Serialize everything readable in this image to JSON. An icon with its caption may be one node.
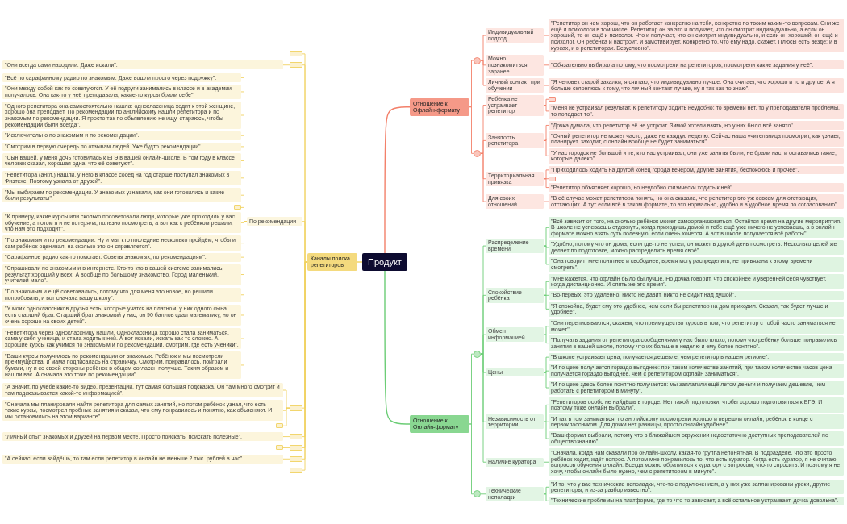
{
  "diagram": {
    "nodes": [
      {
        "text": [
          "Продукт"
        ]
      },
      {
        "text": [
          "Отношение к Офлайн-формату"
        ]
      },
      {
        "text": [
          "Отношение к Онлайн-формату"
        ]
      },
      {
        "text": [
          "Каналы поиска репетиторов"
        ]
      },
      {
        "text": [],
        "shape": "circle"
      },
      {
        "text": [],
        "shape": "circle"
      },
      {
        "text": [
          "Индивидуальный подход"
        ]
      },
      {
        "text": [
          "\"Репетитор он чем хорош, что он работает конкретно на тебя, конкретно по твоим каким-то вопросам. Они же ещё и психологи в том числе. Репетитор он за это и получает, что он смотрит индивидуально, а если он хороший, то он ещё и психолог. Что и получает, что он смотрит индивидуально, и если он хороший, он ещё и психолог. Он ребёнка и настроит, и замотивирует. Конкретно то, что ему надо, скажет. Плюсы есть везде: и в курсах, и в репетиторах. Безусловно\"."
        ]
      },
      {
        "text": [
          "Можно познакомиться заранее"
        ]
      },
      {
        "text": [
          "\"Обязательно выбирала потому, что посмотрели на репетиторов, посмотрели какие задания у неё\"."
        ]
      },
      {
        "text": [
          "Личный контакт при обучении"
        ]
      },
      {
        "text": [
          "\"Я человек старой закалки, я считаю, что индивидуально лучше. Она считает, что хорошо и то и другое. А я больше склоняюсь к тому, что личный контакт лучше, ну я так как-то знаю\"."
        ]
      },
      {
        "text": [
          "Ребёнка не устраивает репетитор"
        ]
      },
      {
        "text": [],
        "shape": "box"
      },
      {
        "text": [
          "\"Меня не устраивал результат. К репетитору ходить неудобно: то времени нет, то у преподавателя проблемы, то попадает то\"."
        ]
      },
      {
        "text": [
          "Занятость репетитора"
        ]
      },
      {
        "text": [
          "\"Дочка думала, что репетитор её не устроит. Зимой хотели взять, но у них было всё занято\"."
        ]
      },
      {
        "text": [
          "\"Очный репетитор не может часто, даже не каждую неделю. Сейчас наша учительница посмотрит, как узнает, планирует, заходит, с онлайн вообще не будет заниматься\"."
        ]
      },
      {
        "text": [
          "\"У нас городок не большой и те, кто нас устраивал, они уже заняты были, не брали нас, и оставались такие, которые далеко\"."
        ]
      },
      {
        "text": [
          "Территориальная привязка"
        ]
      },
      {
        "text": [
          "\"Приходилось ходить на другой конец города вечером, другие занятия, беспокоюсь и прочее\"."
        ]
      },
      {
        "text": [],
        "shape": "box"
      },
      {
        "text": [
          "\"Репетитор объясняет хорошо, но неудобно физически ходить к ней\"."
        ]
      },
      {
        "text": [
          "Для своих отношений"
        ]
      },
      {
        "text": [
          "\"В её случае может репетитора понять, но она сказала, что репетитор это уж совсем для отстающих, отстающих. А тут если всё в таком формате, то это нормально, удобно и в удобное время по согласованию\"."
        ]
      },
      {
        "text": [],
        "shape": "circle"
      },
      {
        "text": [],
        "shape": "circle"
      },
      {
        "text": [
          "Распределение времени"
        ]
      },
      {
        "text": [
          "\"Всё зависит от того, на сколько ребёнок может самоорганизоваться. Остаётся время на другие мероприятия. В школе не успеваешь отдохнуть, когда приходишь домой и тебе ещё уже ничего не успеваешь, а в онлайн формате можно взять суть полезную, если очень хочется. А вот в школе получается всё работы\"."
        ]
      },
      {
        "text": [
          "\"Удобно, потому что он дома, если где-то не успел, он может в другой день посмотреть. Несколько целей же делает по подготовке, можно распределить время своё\"."
        ]
      },
      {
        "text": [
          "\"Она говорит: мне понятнее и свободнее, время могу распределить, не привязана к этому времени смотреть\"."
        ]
      },
      {
        "text": [
          "Спокойствие ребёнка"
        ]
      },
      {
        "text": [
          "\"Мне кажется, что офлайн было бы лучше. Но дочка говорит, что спокойнее и уверенней себя чувствует, когда дистанционно. И опять же это время\"."
        ]
      },
      {
        "text": [
          "\"Во-первых, это удалённо, никто не давит, никто не сидит над душой\"."
        ]
      },
      {
        "text": [
          "\"Я спокойна, будет ему это удобнее, чем если бы репетитор на дом приходил. Сказал, так будет лучше и удобнее\"."
        ]
      },
      {
        "text": [
          "Обмен информацией"
        ]
      },
      {
        "text": [
          "\"Они переписываются, скажем, что преимущество курсов в том, что репетитор с тобой часто заниматься не может\"."
        ]
      },
      {
        "text": [
          "\"Получать задания от репетитора сообщениями у нас было плохо, потому что ребёнку больше понравились занятия в вашей школе, потому что их больше в неделю и ему более понятно\"."
        ]
      },
      {
        "text": [
          "Цены"
        ]
      },
      {
        "text": [
          "\"В школе устраивает цена, получается дешевле, чем репетитор в нашем регионе\"."
        ]
      },
      {
        "text": [
          "\"И по цене получается гораздо выгоднее: при таком количестве занятий, при таком количестве часов цена получается гораздо выгоднее, чем с репетитором офлайн заниматься\"."
        ]
      },
      {
        "text": [
          "\"И по цене здесь более понятно получается: мы заплатили ещё летом деньги и получаем дешевле, чем работать с репетитором в минуту\"."
        ]
      },
      {
        "text": [
          "Независимость от территории"
        ]
      },
      {
        "text": [
          "\"Репетиторов особо не найдёшь в городе. Нет такой подготовки, чтобы хорошо подготовиться к ЕГЭ. И поэтому тоже онлайн выбрали\"."
        ]
      },
      {
        "text": [
          "\"И так в том заниматься, по английскому посмотрели хорошо и перешли онлайн, ребёнок в конце с первоклассником. Для дочки нет разницы, просто онлайн удобнее\"."
        ]
      },
      {
        "text": [
          "\"Ваш формат выбрали, потому что в ближайшем окружении недостаточно доступных преподавателей по обществознанию\"."
        ]
      },
      {
        "text": [
          "Наличие куратора"
        ]
      },
      {
        "text": [
          "\"Сначала, когда нам сказали про онлайн-школу, какая-то группа непонятная. В подразделе, что это просто ребёнок ходит, ждёт вопрос. А потом мне понравилось то, что есть куратор. Когда есть куратор, я не считаю вопросов обучения онлайн. Всегда можно обратиться к куратору с вопросом, что-то спросить. И поэтому я не хочу, чтобы онлайн было нужно, чем с репетитором в минуте\"."
        ]
      },
      {
        "text": [
          "Технические неполадки"
        ]
      },
      {
        "text": [
          "\"И то, что у вас технические неполадки, что-то с подключением, а у них уже запланированы уроки, другие репетиторы, и из-за разбор известно\"."
        ]
      },
      {
        "text": [
          "\"Технические проблемы на платформе, где-то что-то зависает, а всё остальное устраивает, дочка довольна\"."
        ]
      },
      {
        "text": [],
        "shape": "box"
      },
      {
        "text": [],
        "shape": "box"
      },
      {
        "text": [
          "\"Они всегда сами находили. Даже искали\"."
        ]
      },
      {
        "text": [
          "По рекомендации"
        ]
      },
      {
        "text": [
          "\"Всё по сарафанному радио по знакомым. Даже вошли просто через подружку\"."
        ]
      },
      {
        "text": [
          "\"Они между собой как-то советуются. У её подруги занимались в классе и в академии получалось. Она как-то у неё преподавала, какие-то курсы брали себе\"."
        ]
      },
      {
        "text": [
          "\"Одного репетитора она самостоятельно нашла: одноклассница ходит к этой женщине, хорошо она преподаёт. По рекомендации по английскому нашли репетитора и по знакомым по рекомендации. Я просто так по объявлению не ищу, стараюсь, чтобы рекомендации были всегда\"."
        ]
      },
      {
        "text": [
          "\"Исключительно по знакомым и по рекомендации\"."
        ]
      },
      {
        "text": [
          "\"Смотрим в первую очередь по отзывам людей. Уже будто рекомендации\"."
        ]
      },
      {
        "text": [
          "\"Сын вашей, у меня дочь готовилась к ЕГЭ в вашей онлайн-школе. В том году в классе человек сказал, хорошая одна, что её советуют\"."
        ]
      },
      {
        "text": [
          "\"Репетитора (англ.) нашли, у него в классе сосед на год старше поступал знакомых в Физтехе. Поэтому узнала от друзей\"."
        ]
      },
      {
        "text": [
          "\"Мы выбираем по рекомендации. У знакомых узнавали, как они готовились и какие были результаты\"."
        ]
      },
      {
        "text": [],
        "shape": "box"
      },
      {
        "text": [
          "\"К примеру, какие курсы или сколько посоветовали люди, которые уже проходили у вас обучение, а потом я и не потеряла, полезно посмотреть, а вот как с ребёнком решали, что нам это подходит\"."
        ]
      },
      {
        "text": [
          "\"По знакомым и по рекомендации. Ну и мы, кто последние несколько пройдём, чтобы и сам ребёнок оценивал, на сколько это он справляется\"."
        ]
      },
      {
        "text": [
          "\"Сарафанное радио как-то помогает. Советы знакомых, по рекомендациям\"."
        ]
      },
      {
        "text": [
          "\"Спрашивали по знакомым и в интернете. Кто-то кто в вашей системе занимались, результат хороший у всех. А вообще по большому знакомство. Город маленький, учителей мало\"."
        ]
      },
      {
        "text": [
          "\"По знакомым и ещё советовались, потому что для меня это новое, но решили попробовать, и вот сначала вашу школу\"."
        ]
      },
      {
        "text": [
          "\"У моих одноклассников друзья есть, которые учатся на платном, у них одного сына есть старший брат. Старший брат знакомый у нас, он 90 баллов сдал математику, но он очень хорошо на своих детей\"."
        ]
      },
      {
        "text": [
          "\"Репетитора через одноклассницу нашли. Одноклассница хорошо стала заниматься, сама у себя ученица, и стала ходить к ней. А вот искали, искать как-то сложно. А хорошие курсы как учимся по знакомым и по рекомендации, смотрим, где есть ученики\"."
        ]
      },
      {
        "text": [
          "\"Ваши курсы получилось по рекомендации от знакомых. Ребёнок и мы посмотрели преимущества, и мама подписалась на страничку. Смотрим, понравилось, поиграли бумаги, ну и со своей стороны ребёнок в общем согласен получше. Таким образом и нашли вас. А сначала это тоже по рекомендации\"."
        ]
      },
      {
        "text": [],
        "shape": "box"
      },
      {
        "text": [
          "\"А значит, по учёбе какие-то видео, презентации, тут самая большая подсказка. Он там много смотрит и там подсказывается какой-то информацией\"."
        ]
      },
      {
        "text": [
          "\"Сначала мы планировали найти репетитора для самых занятий, но потом ребёнок узнал, что есть такие курсы, посмотрел пробные занятия и сказал, что ему понравилось и понятно, как объясняют. И мы остановились на этом варианте\"."
        ]
      },
      {
        "text": [],
        "shape": "box"
      },
      {
        "text": [],
        "shape": "box"
      },
      {
        "text": [
          "\"Личный опыт знакомых и друзей на первом месте. Просто поискать, поискать полезные\"."
        ]
      },
      {
        "text": [],
        "shape": "box"
      },
      {
        "text": [],
        "shape": "box"
      },
      {
        "text": [],
        "shape": "box"
      },
      {
        "text": [
          "\"А сейчас, если зайдёшь, то там если репетитор в онлайн не меньше 2 тыс. рублей в час\"."
        ]
      },
      {
        "text": [],
        "shape": "box"
      }
    ],
    "edges": [
      {
        "from": 0,
        "to": 1,
        "arrow": "none",
        "color": "#f3806a"
      },
      {
        "from": 0,
        "to": 2,
        "arrow": "none",
        "color": "#6ccd76"
      },
      {
        "from": 0,
        "to": 3,
        "arrow": "none"
      },
      {
        "from": 1,
        "to": 4,
        "arrow": "none",
        "color": "#f3806a"
      },
      {
        "from": 1,
        "to": 5,
        "arrow": "none",
        "color": "#f3806a"
      },
      {
        "from": 4,
        "to": 6,
        "arrow": "none",
        "color": "#f3806a"
      },
      {
        "from": 4,
        "to": 8,
        "arrow": "none",
        "color": "#f3806a"
      },
      {
        "from": 4,
        "to": 10,
        "arrow": "none",
        "color": "#f3806a"
      },
      {
        "from": 5,
        "to": 12,
        "arrow": "none",
        "color": "#f3806a"
      },
      {
        "from": 5,
        "to": 15,
        "arrow": "none",
        "color": "#f3806a"
      },
      {
        "from": 5,
        "to": 19,
        "arrow": "none",
        "color": "#f3806a"
      },
      {
        "from": 5,
        "to": 23,
        "arrow": "none",
        "color": "#f3806a"
      },
      {
        "from": 6,
        "to": 7,
        "arrow": "none",
        "color": "#f3806a"
      },
      {
        "from": 8,
        "to": 9,
        "arrow": "none",
        "color": "#f3806a"
      },
      {
        "from": 10,
        "to": 11,
        "arrow": "none",
        "color": "#f3806a"
      },
      {
        "from": 12,
        "to": 13,
        "arrow": "none",
        "color": "#f3806a"
      },
      {
        "from": 12,
        "to": 14,
        "arrow": "none",
        "color": "#f3806a"
      },
      {
        "from": 15,
        "to": 16,
        "arrow": "none",
        "color": "#f3806a"
      },
      {
        "from": 15,
        "to": 17,
        "arrow": "none",
        "color": "#f3806a"
      },
      {
        "from": 15,
        "to": 18,
        "arrow": "none",
        "color": "#f3806a"
      },
      {
        "from": 19,
        "to": 20,
        "arrow": "none",
        "color": "#f3806a"
      },
      {
        "from": 19,
        "to": 21,
        "arrow": "none",
        "color": "#f3806a"
      },
      {
        "from": 19,
        "to": 22,
        "arrow": "none",
        "color": "#f3806a"
      },
      {
        "from": 23,
        "to": 24,
        "arrow": "none",
        "color": "#f3806a"
      },
      {
        "from": 2,
        "to": 25,
        "arrow": "none",
        "color": "#6ccd76"
      },
      {
        "from": 2,
        "to": 26,
        "arrow": "none",
        "color": "#6ccd76"
      },
      {
        "from": 25,
        "to": 27,
        "arrow": "none",
        "color": "#6ccd76"
      },
      {
        "from": 25,
        "to": 31,
        "arrow": "none",
        "color": "#6ccd76"
      },
      {
        "from": 25,
        "to": 35,
        "arrow": "none",
        "color": "#6ccd76"
      },
      {
        "from": 25,
        "to": 38,
        "arrow": "none",
        "color": "#6ccd76"
      },
      {
        "from": 25,
        "to": 42,
        "arrow": "none",
        "color": "#6ccd76"
      },
      {
        "from": 25,
        "to": 46,
        "arrow": "none",
        "color": "#6ccd76"
      },
      {
        "from": 26,
        "to": 48,
        "arrow": "none",
        "color": "#6ccd76"
      },
      {
        "from": 27,
        "to": 28,
        "arrow": "none",
        "color": "#6ccd76"
      },
      {
        "from": 27,
        "to": 29,
        "arrow": "none",
        "color": "#6ccd76"
      },
      {
        "from": 27,
        "to": 30,
        "arrow": "none",
        "color": "#6ccd76"
      },
      {
        "from": 31,
        "to": 32,
        "arrow": "none",
        "color": "#6ccd76"
      },
      {
        "from": 31,
        "to": 33,
        "arrow": "none",
        "color": "#6ccd76"
      },
      {
        "from": 31,
        "to": 34,
        "arrow": "none",
        "color": "#6ccd76"
      },
      {
        "from": 35,
        "to": 36,
        "arrow": "none",
        "color": "#6ccd76"
      },
      {
        "from": 35,
        "to": 37,
        "arrow": "none",
        "color": "#6ccd76"
      },
      {
        "from": 38,
        "to": 39,
        "arrow": "none",
        "color": "#6ccd76"
      },
      {
        "from": 38,
        "to": 40,
        "arrow": "none",
        "color": "#6ccd76"
      },
      {
        "from": 38,
        "to": 41,
        "arrow": "none",
        "color": "#6ccd76"
      },
      {
        "from": 42,
        "to": 43,
        "arrow": "none",
        "color": "#6ccd76"
      },
      {
        "from": 42,
        "to": 44,
        "arrow": "none",
        "color": "#6ccd76"
      },
      {
        "from": 42,
        "to": 45,
        "arrow": "none",
        "color": "#6ccd76"
      },
      {
        "from": 46,
        "to": 47,
        "arrow": "none",
        "color": "#6ccd76"
      },
      {
        "from": 48,
        "to": 49,
        "arrow": "none",
        "color": "#6ccd76"
      },
      {
        "from": 48,
        "to": 50,
        "arrow": "none",
        "color": "#6ccd76"
      },
      {
        "from": 3,
        "to": 51,
        "arrow": "none"
      },
      {
        "from": 3,
        "to": 52,
        "arrow": "none"
      },
      {
        "from": 3,
        "to": 54,
        "arrow": "none"
      },
      {
        "from": 3,
        "to": 72,
        "arrow": "none"
      },
      {
        "from": 3,
        "to": 76,
        "arrow": "none"
      },
      {
        "from": 3,
        "to": 78,
        "arrow": "none"
      },
      {
        "from": 3,
        "to": 80,
        "arrow": "none"
      },
      {
        "from": 3,
        "to": 82,
        "arrow": "none"
      },
      {
        "from": 52,
        "to": 53,
        "arrow": "none"
      },
      {
        "from": 54,
        "to": 55,
        "arrow": "none"
      },
      {
        "from": 54,
        "to": 56,
        "arrow": "none"
      },
      {
        "from": 54,
        "to": 57,
        "arrow": "none"
      },
      {
        "from": 54,
        "to": 58,
        "arrow": "none"
      },
      {
        "from": 54,
        "to": 59,
        "arrow": "none"
      },
      {
        "from": 54,
        "to": 60,
        "arrow": "none"
      },
      {
        "from": 54,
        "to": 61,
        "arrow": "none"
      },
      {
        "from": 54,
        "to": 62,
        "arrow": "none"
      },
      {
        "from": 54,
        "to": 63,
        "arrow": "none"
      },
      {
        "from": 54,
        "to": 64,
        "arrow": "none"
      },
      {
        "from": 54,
        "to": 65,
        "arrow": "none"
      },
      {
        "from": 54,
        "to": 66,
        "arrow": "none"
      },
      {
        "from": 54,
        "to": 67,
        "arrow": "none"
      },
      {
        "from": 54,
        "to": 68,
        "arrow": "none"
      },
      {
        "from": 54,
        "to": 69,
        "arrow": "none"
      },
      {
        "from": 54,
        "to": 70,
        "arrow": "none"
      },
      {
        "from": 54,
        "to": 71,
        "arrow": "none"
      },
      {
        "from": 72,
        "to": 73,
        "arrow": "none"
      },
      {
        "from": 72,
        "to": 74,
        "arrow": "none"
      },
      {
        "from": 72,
        "to": 75,
        "arrow": "none"
      },
      {
        "from": 76,
        "to": 77,
        "arrow": "none"
      },
      {
        "from": 78,
        "to": 79,
        "arrow": "none"
      },
      {
        "from": 80,
        "to": 81,
        "arrow": "none"
      }
    ]
  }
}
